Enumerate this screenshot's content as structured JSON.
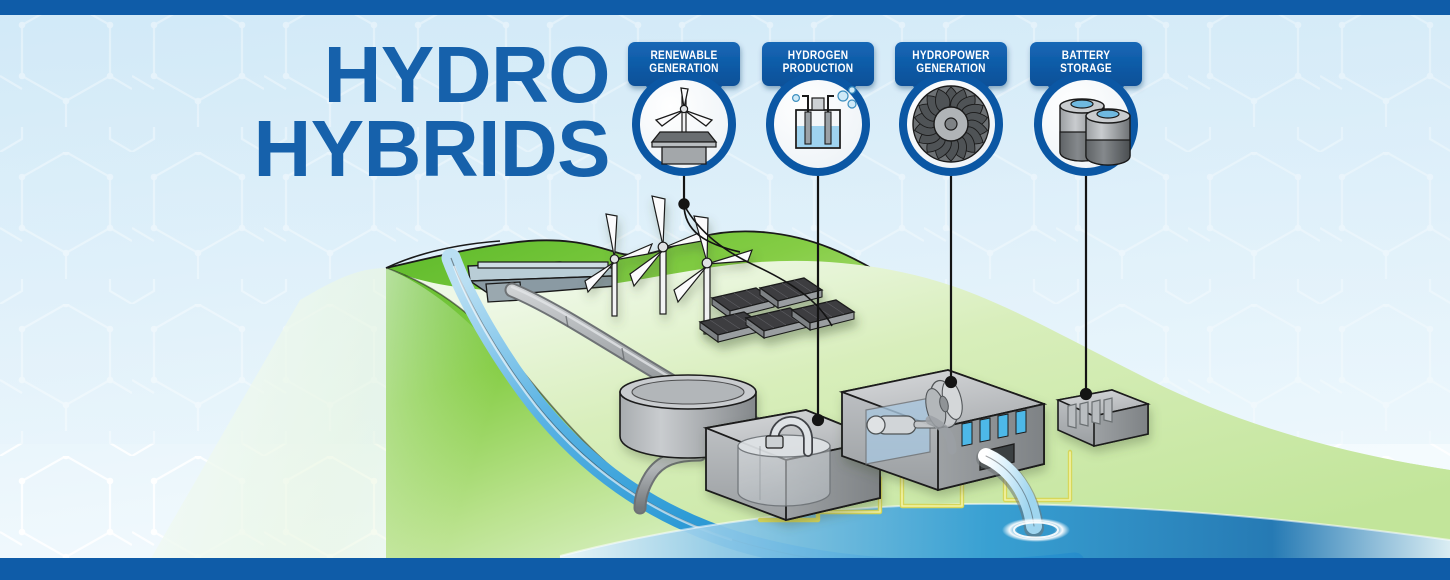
{
  "title": {
    "line1": "HYDRO",
    "line2": "HYBRIDS"
  },
  "colors": {
    "brand_blue": "#1661ab",
    "bar_blue": "#0f5ca8",
    "badge_blue": "#0b57a4",
    "sky": "#d8ecf8",
    "grass_light": "#cde9a8",
    "grass_dark": "#5cb531",
    "water_blue": "#2e9bd6",
    "panel_dark": "#3c3c40",
    "cable_yellow": "#e8e86a",
    "equipment_gray": "#b6b8ba"
  },
  "badges": [
    {
      "id": "renewable-generation",
      "label": "RENEWABLE\nGENERATION",
      "icon": "wind-turbine-solar-icon"
    },
    {
      "id": "hydrogen-production",
      "label": "HYDROGEN\nPRODUCTION",
      "icon": "electrolyzer-beaker-icon"
    },
    {
      "id": "hydropower-generation",
      "label": "HYDROPOWER\nGENERATION",
      "icon": "turbine-runner-icon"
    },
    {
      "id": "battery-storage",
      "label": "BATTERY\nSTORAGE",
      "icon": "battery-cells-icon"
    }
  ],
  "scene": {
    "elements": [
      "hexagon-background-pattern",
      "sky",
      "hills",
      "reservoir-dam",
      "river",
      "penstock-pipeline",
      "wind-turbines",
      "solar-panel-array",
      "water-storage-tank",
      "hydrogen-production-building",
      "powerhouse-building",
      "battery-container",
      "yellow-power-cables",
      "water-outflow"
    ],
    "wind_turbine_count": 3,
    "solar_panel_count": 5,
    "battery_cell_count": 2
  }
}
